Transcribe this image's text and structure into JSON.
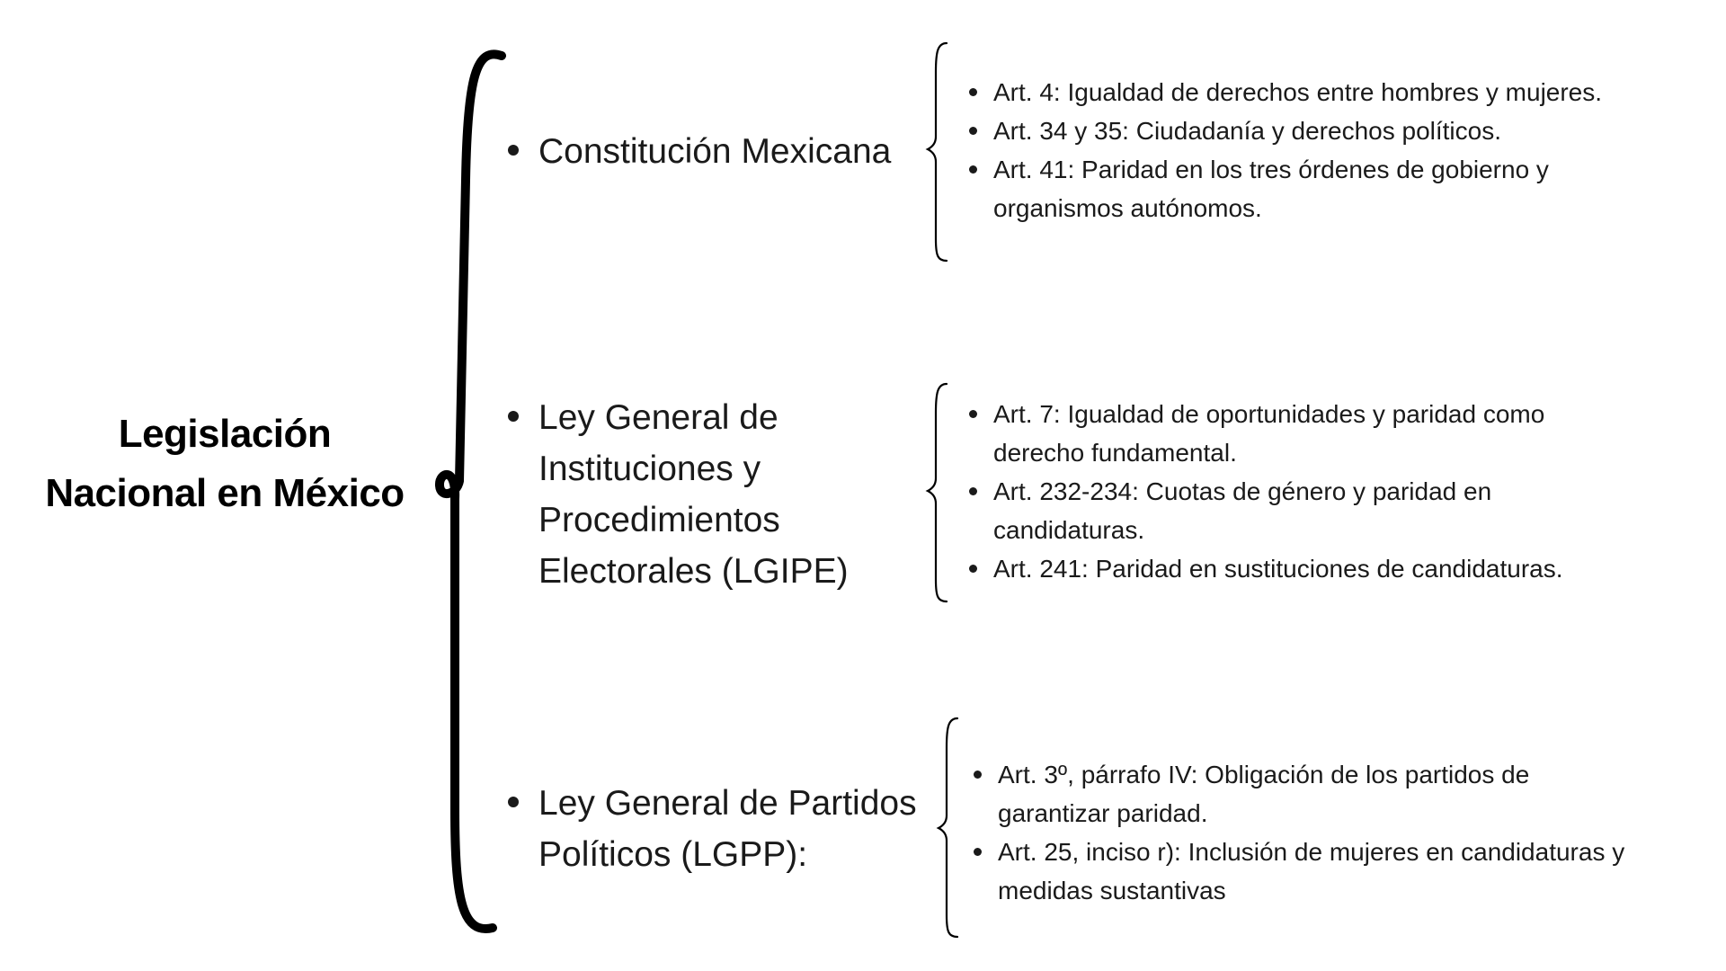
{
  "root": {
    "title_line1": "Legislación",
    "title_line2": "Nacional en México"
  },
  "branches": [
    {
      "title_lines": [
        "Constitución Mexicana"
      ],
      "items": [
        "Art. 4: Igualdad de derechos entre hombres y mujeres.",
        "Art. 34 y 35: Ciudadanía y derechos políticos.",
        "Art. 41: Paridad en los tres órdenes de gobierno y organismos autónomos."
      ]
    },
    {
      "title_lines": [
        "Ley General de",
        "Instituciones y",
        "Procedimientos",
        "Electorales (LGIPE)"
      ],
      "items": [
        "Art. 7: Igualdad de oportunidades y paridad como derecho fundamental.",
        "Art. 232-234: Cuotas de género y paridad en candidaturas.",
        "Art. 241: Paridad en sustituciones de candidaturas."
      ]
    },
    {
      "title_lines": [
        "Ley General de Partidos",
        "Políticos (LGPP):"
      ],
      "items": [
        "Art. 3º, párrafo IV: Obligación de los partidos de garantizar paridad.",
        "Art. 25, inciso r): Inclusión de mujeres en candidaturas y medidas sustantivas"
      ]
    }
  ]
}
